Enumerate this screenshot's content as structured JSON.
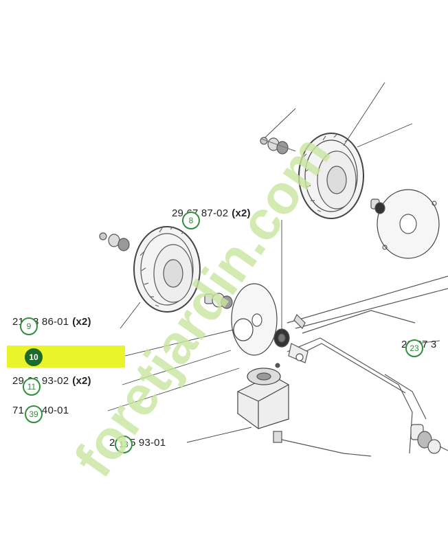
{
  "labels": [
    {
      "id": "8",
      "text": "29 67 87-02",
      "qty": "(x2)"
    },
    {
      "id": "9",
      "text": "21 68 86-01",
      "qty": "(x2)"
    },
    {
      "id": "10",
      "text": "",
      "qty": ""
    },
    {
      "id": "11",
      "text": "29 66 93-02",
      "qty": "(x2)"
    },
    {
      "id": "39",
      "text": "71 13 40-01",
      "qty": ""
    },
    {
      "id": "13",
      "text": "29 65 93-01",
      "qty": ""
    },
    {
      "id": "23",
      "text": "29 67 3",
      "qty": ""
    }
  ],
  "watermark": {
    "text": "foretjardin.com",
    "colors": [
      "#c8e6a0",
      "#f3c59a",
      "#e2d7c2"
    ]
  }
}
